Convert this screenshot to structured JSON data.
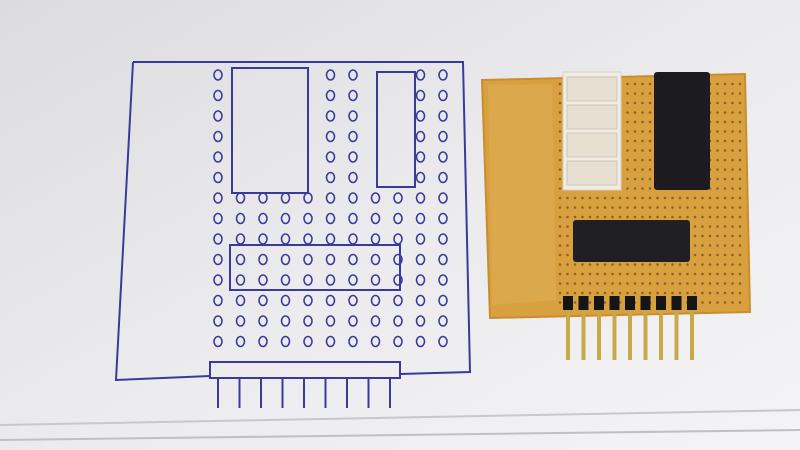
{
  "colors": {
    "paper": "#e8e8ea",
    "ink": "#3b3a9c",
    "board": "#d9a040",
    "board_edge": "#c98d2f",
    "led_bar": "#f1ede4",
    "ic_body": "#1c1c20",
    "pin_gold": "#c9a84a"
  },
  "sketch": {
    "grid_columns": 11,
    "grid_rows": 14,
    "header_pins": 9
  },
  "board": {
    "header_pins": 9,
    "led_segments": 4
  }
}
